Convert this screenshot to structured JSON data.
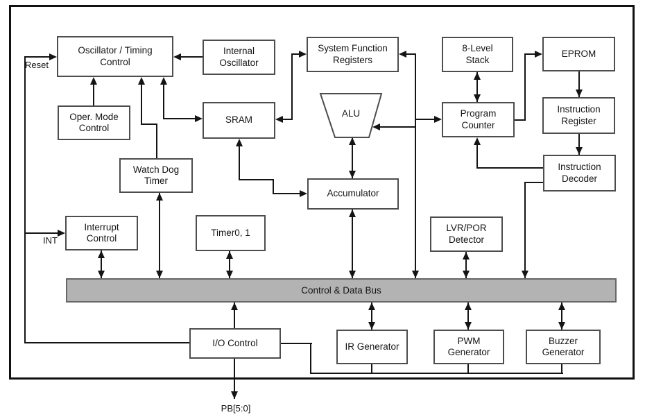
{
  "diagram": {
    "bus_label": "Control & Data Bus",
    "blocks": {
      "osc_timing": "Oscillator / Timing\nControl",
      "internal_osc": "Internal\nOscillator",
      "sys_func_regs": "System Function\nRegisters",
      "stack": "8-Level\nStack",
      "eprom": "EPROM",
      "oper_mode": "Oper. Mode\nControl",
      "sram": "SRAM",
      "alu": "ALU",
      "program_counter": "Program\nCounter",
      "instr_register": "Instruction\nRegister",
      "watchdog": "Watch Dog\nTimer",
      "instr_decoder": "Instruction\nDecoder",
      "accumulator": "Accumulator",
      "interrupt_ctrl": "Interrupt\nControl",
      "timer01": "Timer0, 1",
      "lvr_por": "LVR/POR\nDetector",
      "io_control": "I/O Control",
      "ir_gen": "IR Generator",
      "pwm_gen": "PWM\nGenerator",
      "buzzer_gen": "Buzzer\nGenerator"
    },
    "pin_labels": {
      "reset": "Reset",
      "int": "INT",
      "pb": "PB[5:0]"
    },
    "colors": {
      "bus_fill": "#b3b3b3",
      "bus_border": "#666666",
      "box_border": "#4d4d4d",
      "line": "#141414",
      "bg": "#ffffff"
    }
  }
}
